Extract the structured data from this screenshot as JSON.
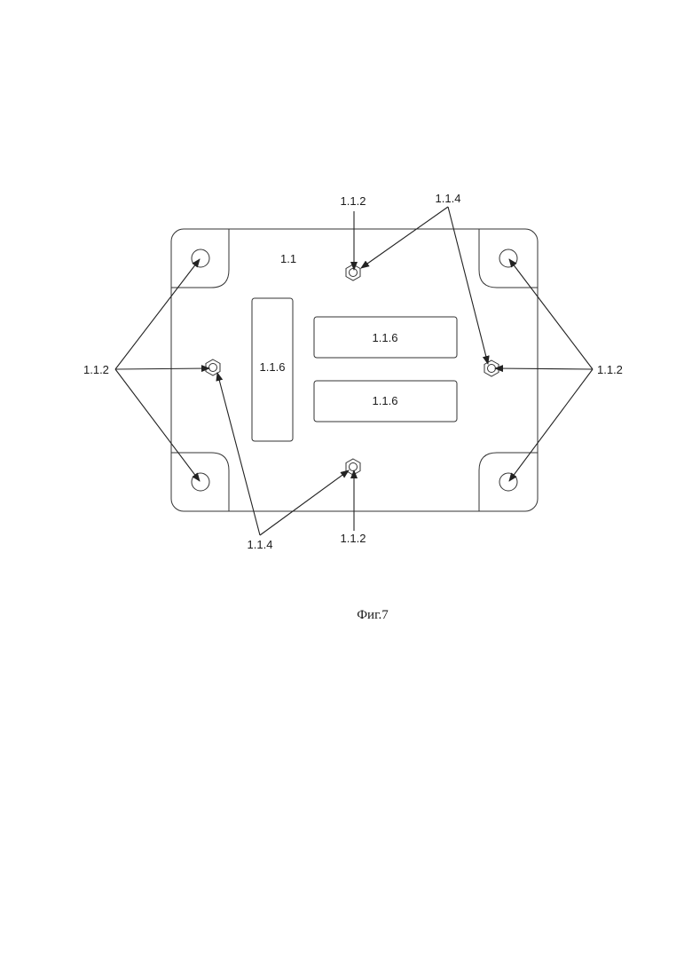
{
  "labels": {
    "plate": "1.1",
    "window": "1.1.6",
    "fastener": "1.1.2",
    "nut": "1.1.4"
  },
  "caption": "Фиг.7"
}
